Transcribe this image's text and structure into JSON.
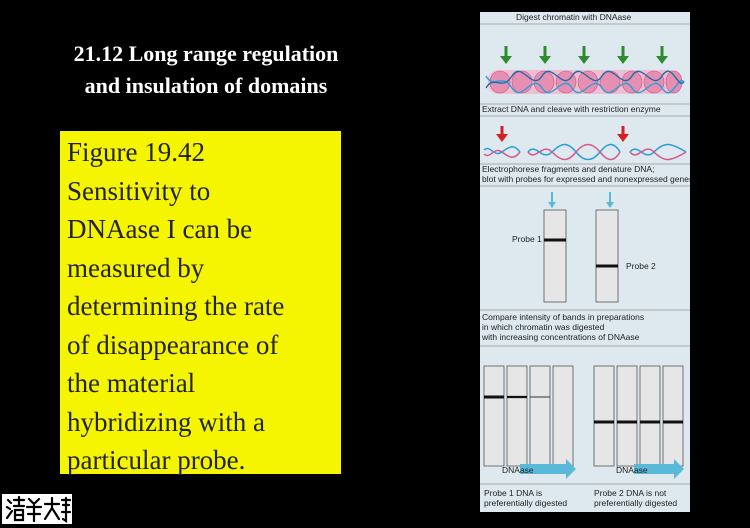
{
  "slide": {
    "title_line1": "21.12 Long range regulation",
    "title_line2": "and insulation of domains",
    "body_lines": [
      "Figure 19.42",
      "Sensitivity to",
      "DNAase I can be",
      "measured by",
      "determining the rate",
      "of disappearance of",
      "the material",
      "hybridizing with a",
      "particular probe."
    ]
  },
  "figure": {
    "step1": "Digest chromatin with DNAase",
    "step2": "Extract DNA and cleave with restriction enzyme",
    "step3_line1": "Electrophorese fragments and denature DNA;",
    "step3_line2": "blot with probes for expressed and nonexpressed genes",
    "probe1": "Probe 1",
    "probe2": "Probe 2",
    "step4_line1": "Compare intensity of bands in preparations",
    "step4_line2": "in which chromatin was digested",
    "step4_line3": "with increasing concentrations of DNAase",
    "dnaase_left": "DNAase",
    "dnaase_right": "DNAase",
    "result_left_line1": "Probe 1 DNA is",
    "result_left_line2": "preferentially digested",
    "result_right_line1": "Probe 2 DNA is not",
    "result_right_line2": "preferentially digested"
  },
  "colors": {
    "background": "#000000",
    "highlight_box": "#f5f500",
    "figure_bg": "#dde9ef",
    "arrow_green": "#2e8b2e",
    "arrow_red": "#d42020",
    "dna_blue": "#2a9fd6",
    "dna_pink": "#d35a8a",
    "gel_lane": "#e6e6e6",
    "dnaase_arrow": "#5ab8d8"
  },
  "icons": {
    "logo": "tsinghua-calligraphy-logo"
  }
}
